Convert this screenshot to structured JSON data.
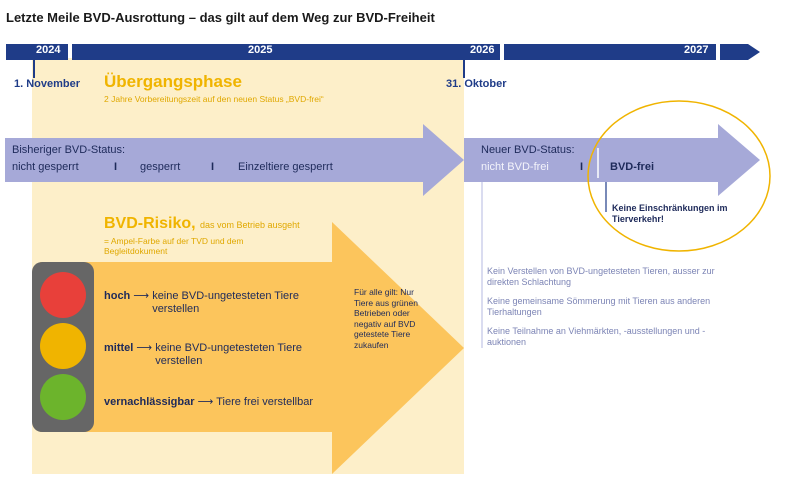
{
  "title": "Letzte Meile BVD-Ausrottung – das gilt auf dem Weg zur BVD-Freiheit",
  "timeline": {
    "years": [
      "2024",
      "2025",
      "2026",
      "2027"
    ],
    "start_date": "1. November",
    "end_date": "31. Oktober"
  },
  "phase": {
    "title": "Übergangsphase",
    "subtitle": "2 Jahre Vorbereitungszeit auf den neuen Status „BVD-frei“"
  },
  "old_status": {
    "label": "Bisheriger BVD-Status:",
    "items": [
      "nicht gesperrt",
      "gesperrt",
      "Einzeltiere gesperrt"
    ],
    "separator": "I"
  },
  "new_status": {
    "label": "Neuer BVD-Status:",
    "not_free": "nicht BVD-frei",
    "free": "BVD-frei",
    "separator": "I",
    "free_note": "Keine Einschränkungen im Tierverkehr!"
  },
  "risk": {
    "title": "BVD-Risiko,",
    "title_suffix": "das vom Betrieb ausgeht",
    "description": "= Ampel-Farbe auf der TVD und dem Begleitdokument",
    "levels": [
      {
        "name": "hoch",
        "arrow": "⟶",
        "text": "keine BVD-ungetesteten Tiere verstellen",
        "color": "#e8403a"
      },
      {
        "name": "mittel",
        "arrow": "⟶",
        "text": "keine BVD-ungetesteten Tiere verstellen",
        "color": "#f0b400"
      },
      {
        "name": "vernachlässigbar",
        "arrow": "⟶",
        "text": "Tiere frei verstellbar",
        "color": "#6cb42c"
      }
    ],
    "note": "Für alle gilt: Nur Tiere aus grünen Betrieben oder negativ auf BVD getestete Tiere zukaufen"
  },
  "restrictions": [
    "Kein Verstellen von BVD-ungetesteten Tieren, ausser zur direkten Schlachtung",
    "Keine gemeinsame Sömmerung mit Tieren aus anderen Tierhaltungen",
    "Keine Teilnahme an Viehmärkten, -ausstellungen und -auktionen"
  ],
  "colors": {
    "timeline_blue": "#1f3c88",
    "phase_bg": "#fdefc9",
    "status_arrow": "#a6a9d8",
    "risk_arrow": "#fcc55c",
    "circle": "#f0b400",
    "traffic_light_body": "#666666"
  }
}
